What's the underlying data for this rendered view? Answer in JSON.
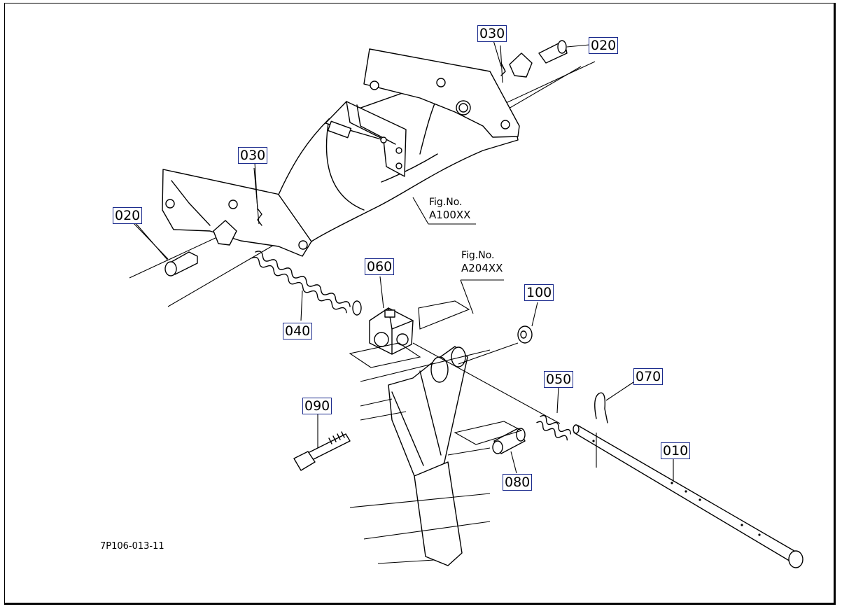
{
  "diagram": {
    "drawing_code": "7P106-013-11",
    "fig_refs": [
      {
        "line1": "Fig.No.",
        "line2": "A100XX"
      },
      {
        "line1": "Fig.No.",
        "line2": "A204XX"
      }
    ],
    "part_labels": {
      "p030_top": "030",
      "p020_top": "020",
      "p030_left": "030",
      "p020_left": "020",
      "p060": "060",
      "p100": "100",
      "p040": "040",
      "p050": "050",
      "p070": "070",
      "p090": "090",
      "p010": "010",
      "p080": "080"
    },
    "label_border_color": "#1a2a8c"
  }
}
